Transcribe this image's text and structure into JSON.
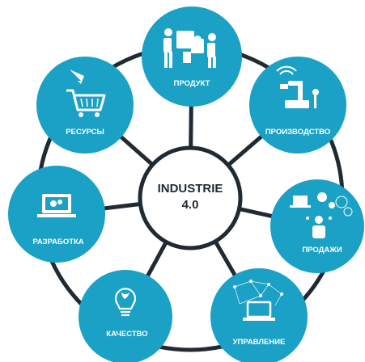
{
  "center": {
    "line1": "INDUSTRIE",
    "line2": "4.0"
  },
  "nodes": [
    {
      "id": "produkt",
      "label": "ПРОДУКТ",
      "icon": "puzzle-team-icon"
    },
    {
      "id": "proizvodstvo",
      "label": "ПРОИЗВОДСТВО",
      "icon": "robot-arm-icon"
    },
    {
      "id": "prodazhi",
      "label": "ПРОДАЖИ",
      "icon": "network-person-icon"
    },
    {
      "id": "upravlenie",
      "label": "УПРАВЛЕНИЕ",
      "icon": "laptop-network-icon"
    },
    {
      "id": "kachestvo",
      "label": "КАЧЕСТВО",
      "icon": "lightbulb-globe-icon"
    },
    {
      "id": "razrabotka",
      "label": "РАЗРАБОТКА",
      "icon": "laptop-gears-icon"
    },
    {
      "id": "resursy",
      "label": "РЕСУРСЫ",
      "icon": "shopping-cart-icon"
    }
  ],
  "colors": {
    "node": "#1ba1c6",
    "lines": "#1f2a33",
    "center_fill": "#ffffff",
    "center_stroke": "#1f2a33",
    "icon": "#ffffff"
  }
}
